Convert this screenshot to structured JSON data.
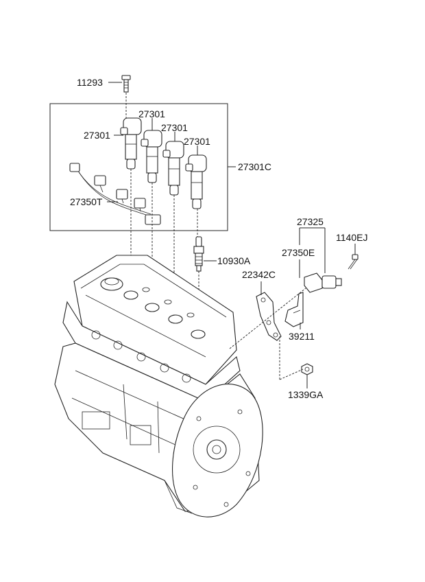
{
  "labels": {
    "bolt_11293": "11293",
    "coil_a": "27301",
    "coil_b": "27301",
    "coil_c": "27301",
    "coil_d": "27301",
    "coil_assy": "27301C",
    "harness": "27350T",
    "spark_plug": "10930A",
    "sensor_assy": "27325",
    "bolt_1140ej": "1140EJ",
    "sensor": "27350E",
    "bracket_plate": "22342C",
    "bracket": "39211",
    "nut": "1339GA"
  },
  "colors": {
    "line": "#222222",
    "background": "#ffffff"
  }
}
